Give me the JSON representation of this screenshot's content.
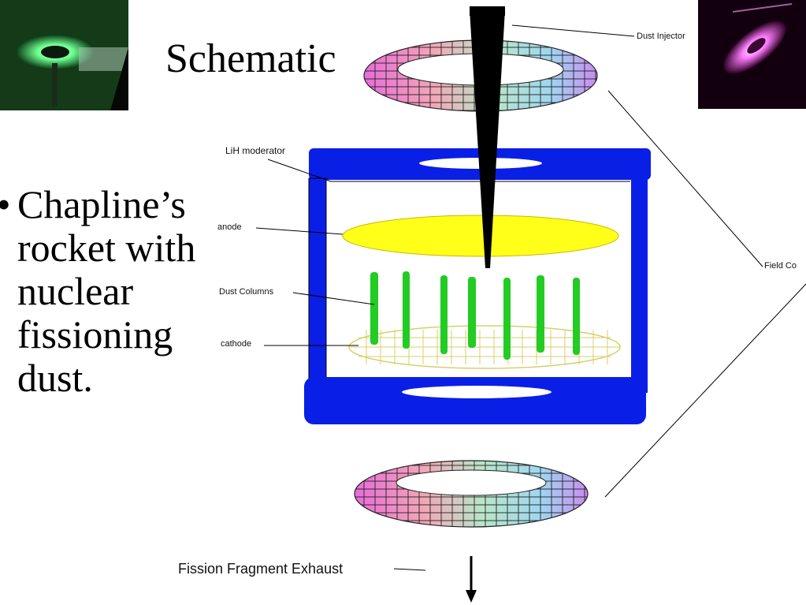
{
  "slide": {
    "title": "Schematic",
    "bullet_text": "Chapline’s rocket with nuclear fissioning dust."
  },
  "diagram": {
    "labels": {
      "dust_injector": "Dust Injector",
      "lih_moderator": "LiH moderator",
      "anode": "anode",
      "dust_columns": "Dust Columns",
      "cathode": "cathode",
      "field_coils": "Field Co",
      "exhaust": "Fission Fragment Exhaust"
    },
    "colors": {
      "moderator": "#0a1fe6",
      "anode": "#ffff19",
      "dust": "#22cc22",
      "cathode_grid": "#d8cf6a",
      "injector": "#000000",
      "photo_left_glow": "#5cff8a",
      "photo_right_glow": "#ff66ff"
    },
    "icons": [
      "photo-green-plasma",
      "photo-pink-plasma",
      "torus-field-coil"
    ]
  }
}
